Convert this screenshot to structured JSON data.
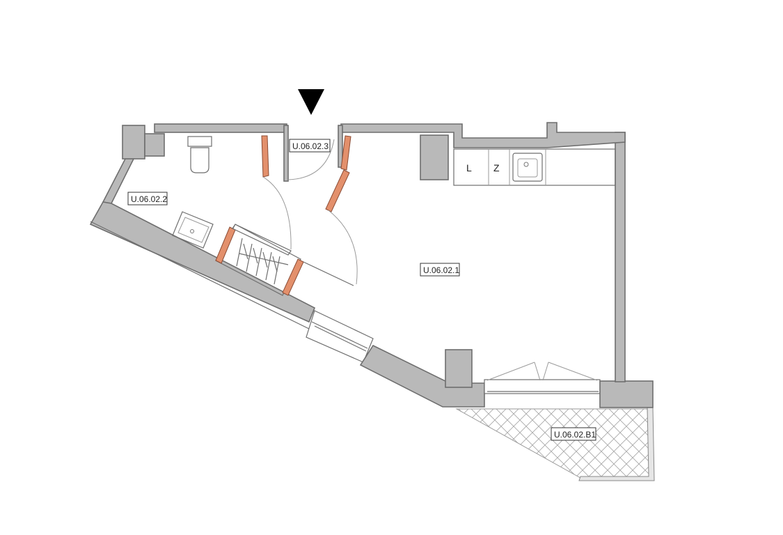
{
  "rooms": [
    {
      "id": "U.06.02.1"
    },
    {
      "id": "U.06.02.2"
    },
    {
      "id": "U.06.02.3"
    },
    {
      "id": "U.06.02.B1"
    }
  ],
  "kitchen": {
    "left_letter": "L",
    "right_letter": "Z"
  },
  "entrance_marker": "entrance-arrow",
  "colors": {
    "wall_fill": "#b9b9b9",
    "wall_stroke": "#6e6e6e",
    "door_leaf": "#e3906c",
    "balcony_hatch": "#a8a8a8"
  }
}
